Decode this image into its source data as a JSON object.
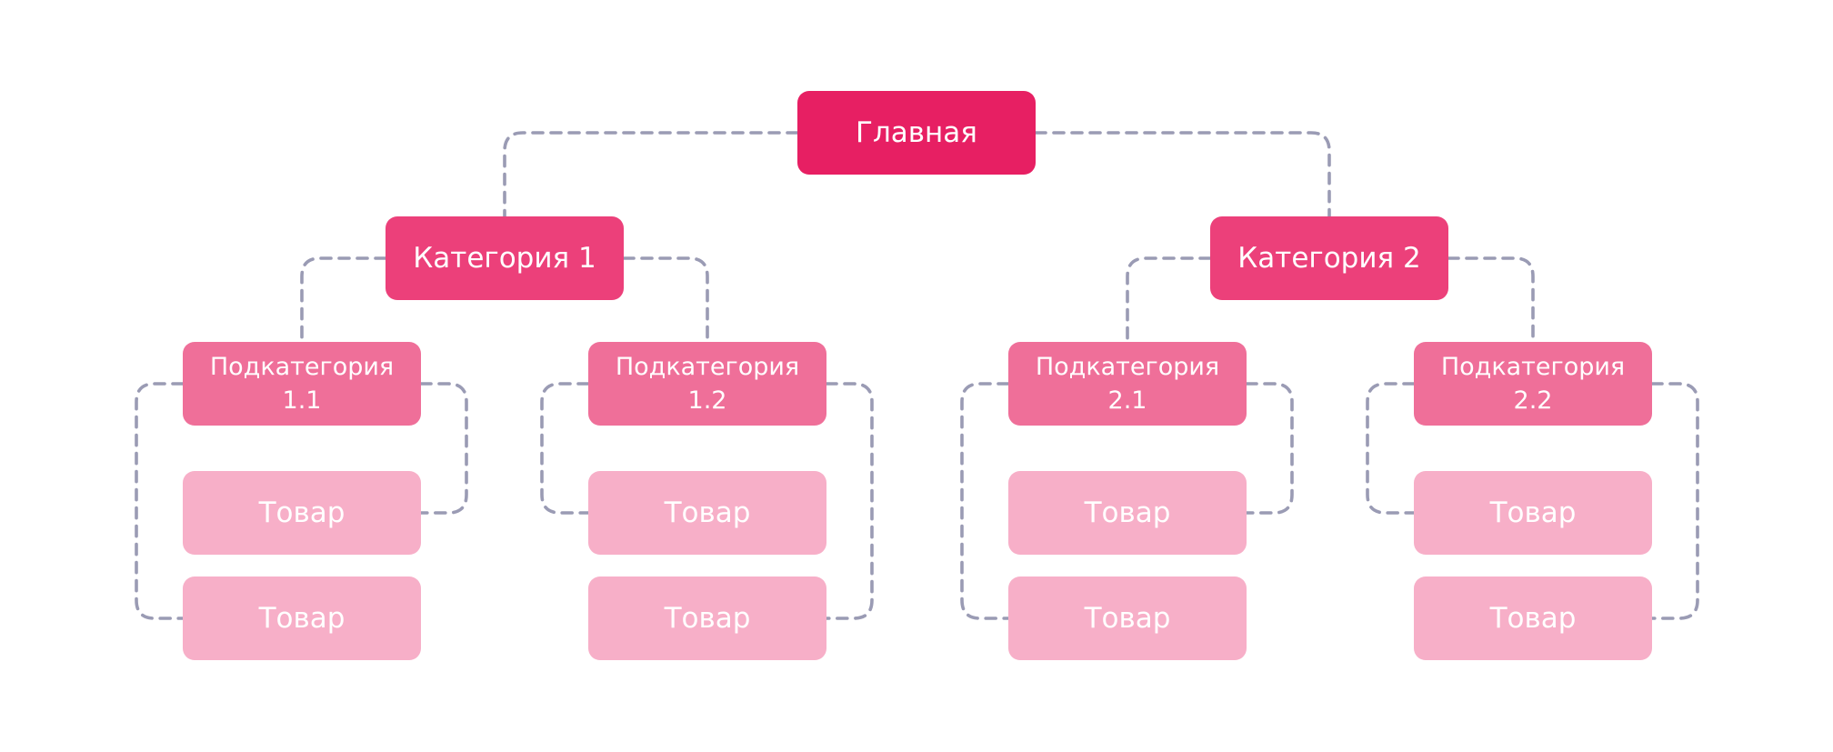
{
  "colors": {
    "root": "#e71f63",
    "category": "#ec407a",
    "subcategory": "#ef6f99",
    "product": "#f7afc8",
    "connector": "#9a9bb4"
  },
  "root": {
    "label": "Главная"
  },
  "categories": [
    {
      "label": "Категория 1",
      "subcategories": [
        {
          "label": "Подкатегория\n1.1",
          "products": [
            "Товар",
            "Товар"
          ]
        },
        {
          "label": "Подкатегория\n1.2",
          "products": [
            "Товар",
            "Товар"
          ]
        }
      ]
    },
    {
      "label": "Категория 2",
      "subcategories": [
        {
          "label": "Подкатегория\n2.1",
          "products": [
            "Товар",
            "Товар"
          ]
        },
        {
          "label": "Подкатегория\n2.2",
          "products": [
            "Товар",
            "Товар"
          ]
        }
      ]
    }
  ]
}
